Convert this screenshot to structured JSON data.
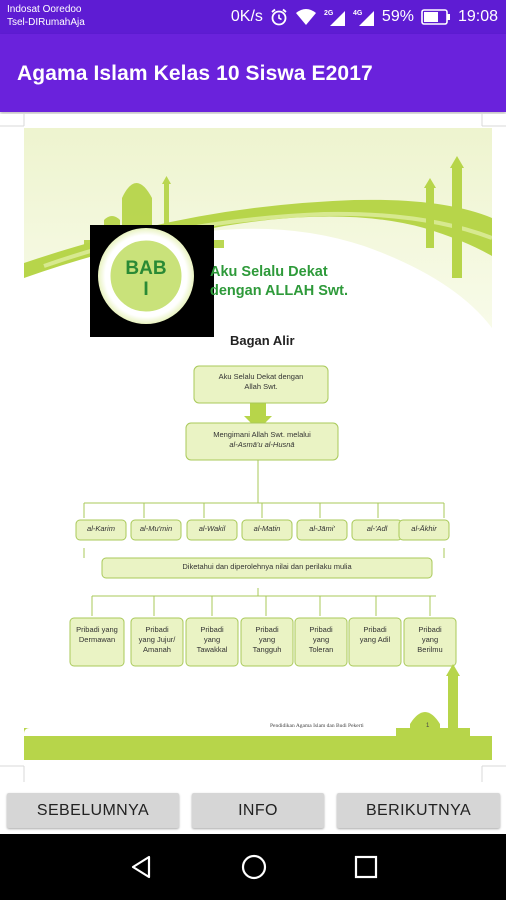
{
  "status_bar": {
    "carrier_line1": "Indosat Ooredoo",
    "carrier_line2": "Tsel-DIRumahAja",
    "speed": "0K/s",
    "battery_percent": "59%",
    "time": "19:08"
  },
  "app": {
    "title": "Agama Islam Kelas 10 Siswa E2017"
  },
  "document": {
    "badge_line1": "BAB",
    "badge_line2": "I",
    "chapter_title_line1": "Aku Selalu Dekat",
    "chapter_title_line2": "dengan  ALLAH  Swt.",
    "section_heading": "Bagan Alir",
    "box1_line1": "Aku Selalu Dekat dengan",
    "box1_line2": "Allah Swt.",
    "box2_line1": "Mengimani Allah Swt. melalui",
    "box2_line2": "al-Asmā'u al-Husnā",
    "names": [
      "al-Karim",
      "al-Mu'min",
      "al-Wakil",
      "al-Matin",
      "al-Jāmi'",
      "al-'Adl",
      "al-Ākhir"
    ],
    "middle_bar": "Diketahui dan diperolehnya nilai dan perilaku mulia",
    "traits": [
      [
        "Pribadi yang",
        "Dermawan"
      ],
      [
        "Pribadi",
        "yang Jujur/",
        "Amanah"
      ],
      [
        "Pribadi",
        "yang",
        "Tawakkal"
      ],
      [
        "Pribadi",
        "yang",
        "Tangguh"
      ],
      [
        "Pribadi",
        "yang",
        "Toleran"
      ],
      [
        "Pribadi",
        "yang Adil"
      ],
      [
        "Pribadi",
        "yang",
        "Berilmu"
      ]
    ],
    "footer_text": "Pendidikan Agama Islam dan Budi Pekerti",
    "page_number": "1"
  },
  "buttons": {
    "prev": "SEBELUMNYA",
    "info": "INFO",
    "next": "BERIKUTNYA"
  },
  "colors": {
    "status": "#5e1cd3",
    "appbar": "#6a22dc",
    "lime": "#b5d33a",
    "lime_light": "#e6f0b8",
    "green_text": "#2e9a3a"
  }
}
